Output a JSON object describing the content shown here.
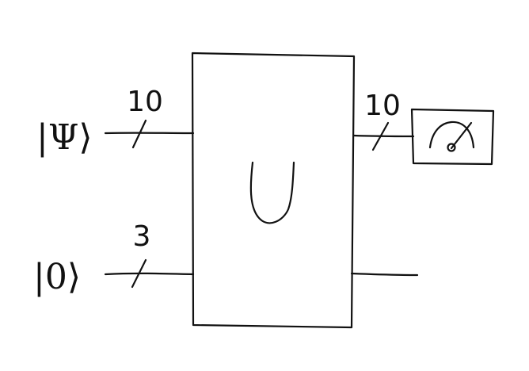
{
  "inputs": [
    {
      "ket": "|Ψ⟩",
      "width": "10"
    },
    {
      "ket": "|0⟩",
      "width": "3"
    }
  ],
  "gate": {
    "label": "U",
    "fill": "#b8e9e4"
  },
  "outputs": [
    {
      "width": "10",
      "measured": true
    },
    {
      "measured": false
    }
  ],
  "meter": {
    "fill": "#fbd6a4"
  }
}
